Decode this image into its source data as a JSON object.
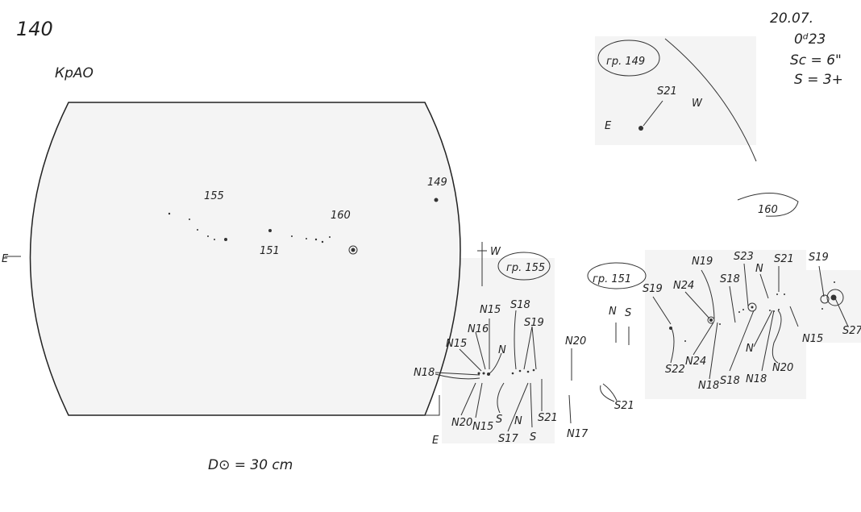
{
  "header": {
    "number": "140",
    "observatory": "КрАО"
  },
  "observation": {
    "date": "20.07.",
    "time": "0ᵈ23",
    "seeing": "Sc = 6\"",
    "quality": "S = 3+"
  },
  "disk": {
    "groups": [
      "155",
      "149",
      "160",
      "151"
    ],
    "east_label": "E",
    "west_label": "W",
    "scale_note": "D⊙ = 30 cm"
  },
  "group_149": {
    "title": "гр. 149",
    "labels": [
      "S21",
      "E",
      "W"
    ]
  },
  "group_155": {
    "title": "гр. 155",
    "labels": [
      "N15",
      "N16",
      "N15",
      "S18",
      "S19",
      "N",
      "N18",
      "N20",
      "N15",
      "S",
      "S17",
      "N",
      "S",
      "S21",
      "E"
    ]
  },
  "group_151": {
    "title": "гр. 151",
    "labels": [
      "N",
      "S",
      "N20",
      "N17",
      "S21"
    ]
  },
  "group_160": {
    "title": "160",
    "labels": [
      "S19",
      "N24",
      "N19",
      "S18",
      "S23",
      "N",
      "S21",
      "S19",
      "S22",
      "N24",
      "N18",
      "S18",
      "N",
      "N18",
      "N20",
      "N15",
      "S27"
    ]
  },
  "colors": {
    "ink": "#222222",
    "paper": "#f4f4f4"
  }
}
